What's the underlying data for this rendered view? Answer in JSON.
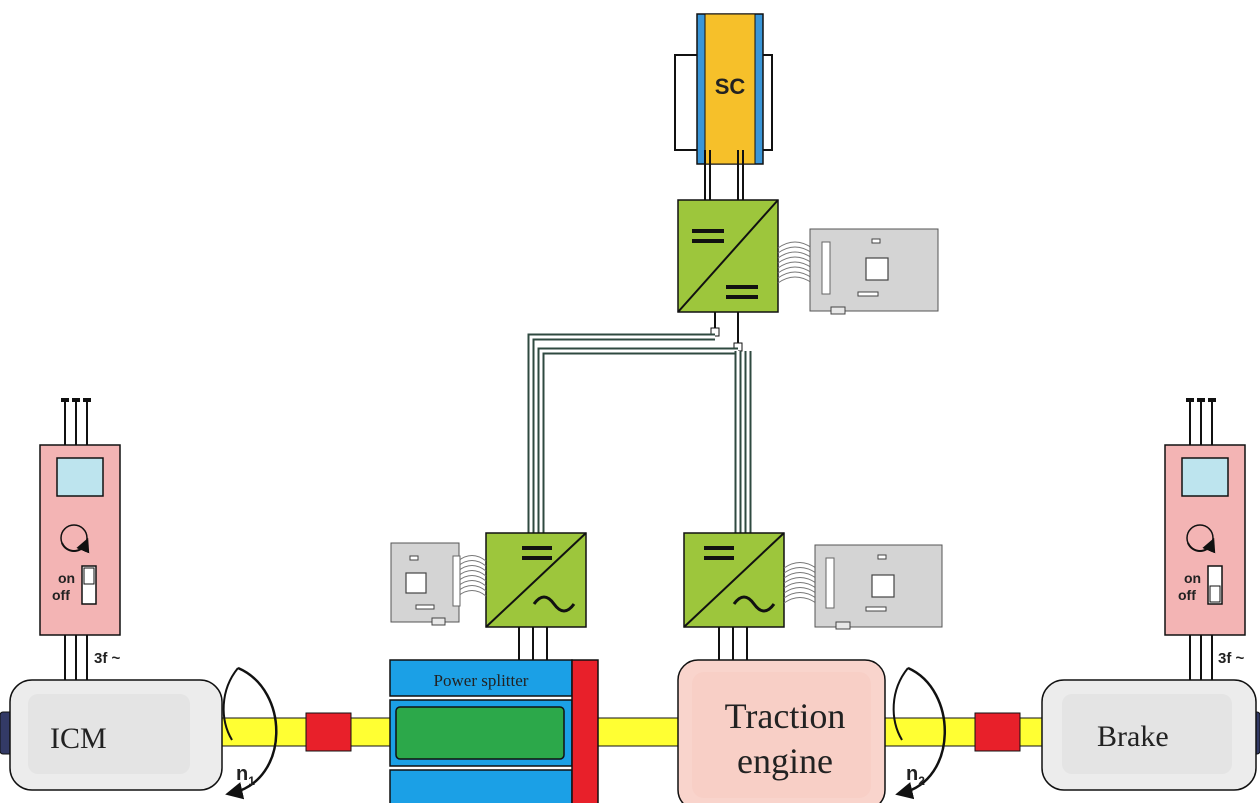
{
  "labels": {
    "supercapacitor": "SC",
    "power_splitter": "Power splitter",
    "icm": "ICM",
    "traction_line1": "Traction",
    "traction_line2": "engine",
    "brake": "Brake",
    "three_phase_left": "3f ~",
    "three_phase_right": "3f ~",
    "on_left": "on",
    "off_left": "off",
    "on_right": "on",
    "off_right": "off",
    "n1_base": "n",
    "n1_sub": "1",
    "n2_base": "n",
    "n2_sub": "2"
  },
  "colors": {
    "converter_green": "#9dc63c",
    "supercap_yellow": "#f6c02a",
    "supercap_blue": "#3a96d8",
    "shaft_yellow": "#ffff33",
    "coupling_red": "#e8202a",
    "splitter_blue": "#1ba0e6",
    "splitter_green": "#2ca84a",
    "splitter_red": "#e8202a",
    "traction_pink": "#f9d4cc",
    "machine_gray": "#ececec",
    "control_pink": "#f3b4b4",
    "control_screen": "#bde4ee",
    "board_gray": "#d4d4d4",
    "wire_dark": "#2f4a40"
  }
}
